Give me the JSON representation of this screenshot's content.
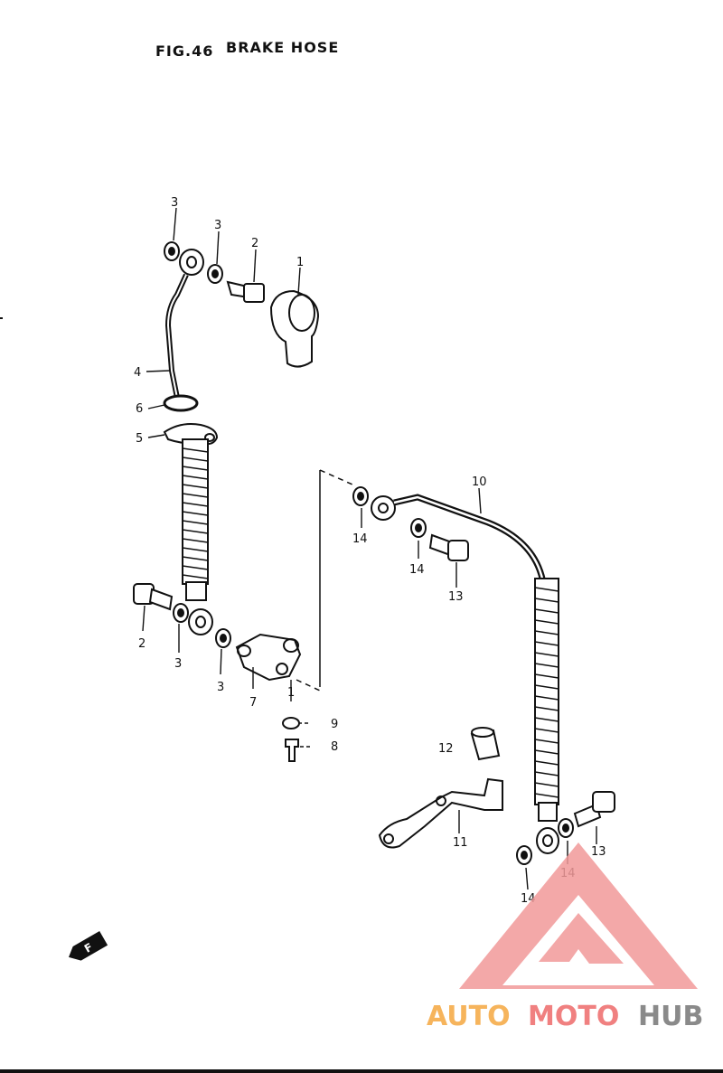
{
  "figure": {
    "number_label": "FIG.46",
    "title": "BRAKE HOSE"
  },
  "callouts": {
    "p1a": "1",
    "p1b": "1",
    "p2a": "2",
    "p2b": "2",
    "p3a": "3",
    "p3b": "3",
    "p3c": "3",
    "p3d": "3",
    "p4": "4",
    "p5": "5",
    "p6": "6",
    "p7": "7",
    "p8": "8",
    "p9": "9",
    "p10": "10",
    "p11": "11",
    "p12": "12",
    "p13": "13",
    "p14a": "14",
    "p14b": "14",
    "p14c": "14",
    "p14d": "14",
    "p13b": "13"
  },
  "front_marker": "F",
  "watermark": {
    "part1": "AUTO",
    "part2": "MOTO",
    "part3": "HUB"
  },
  "colors": {
    "ink": "#111111",
    "watermark_orange": "#f6b45c",
    "watermark_red": "#f08080",
    "watermark_gray": "#8a8a8a",
    "logo_red": "#f29a9a"
  }
}
